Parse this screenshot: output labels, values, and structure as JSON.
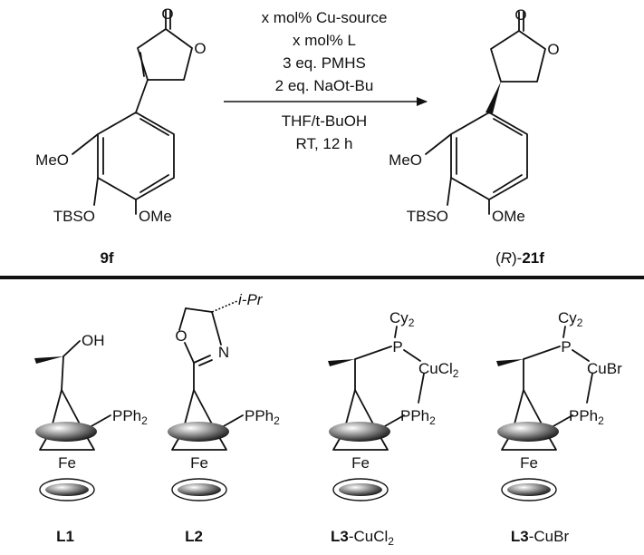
{
  "reaction": {
    "conditions": [
      "x mol% Cu-source",
      "x mol% L",
      "3 eq. PMHS",
      "2 eq. NaOt-Bu",
      "THF/t-BuOH",
      "RT, 12 h"
    ],
    "reactant": {
      "id": "9f",
      "carbonyl_o": "O",
      "ring_o": "O",
      "substituents": {
        "meo": "MeO",
        "tbso": "TBSO",
        "ome": "OMe"
      }
    },
    "product": {
      "label_open": "(",
      "label_config": "R",
      "label_close": ")-",
      "label_id": "21f",
      "carbonyl_o": "O",
      "ring_o": "O",
      "substituents": {
        "meo": "MeO",
        "tbso": "TBSO",
        "ome": "OMe"
      }
    }
  },
  "ligands": [
    {
      "id": "L1",
      "suffix": "",
      "groups": {
        "oh": "OH",
        "pph2": "PPh",
        "pph2_sub": "2",
        "fe": "Fe"
      }
    },
    {
      "id": "L2",
      "suffix": "",
      "groups": {
        "ipr": "i-Pr",
        "o": "O",
        "n": "N",
        "pph2": "PPh",
        "pph2_sub": "2",
        "fe": "Fe"
      }
    },
    {
      "id": "L3",
      "suffix": "-CuCl",
      "suffix_sub": "2",
      "groups": {
        "cy": "Cy",
        "cy_sub": "2",
        "p": "P",
        "cu": "CuCl",
        "cu_sub": "2",
        "pph2": "PPh",
        "pph2_sub": "2",
        "fe": "Fe"
      }
    },
    {
      "id": "L3",
      "suffix": "-CuBr",
      "suffix_sub": "",
      "groups": {
        "cy": "Cy",
        "cy_sub": "2",
        "p": "P",
        "cu": "CuBr",
        "cu_sub": "",
        "pph2": "PPh",
        "pph2_sub": "2",
        "fe": "Fe"
      }
    }
  ]
}
